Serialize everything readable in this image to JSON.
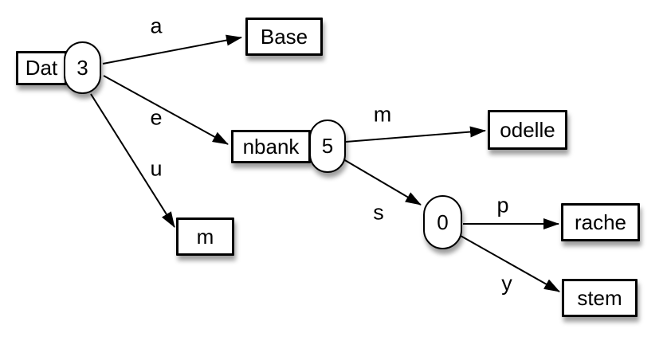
{
  "diagram": {
    "type": "radix-trie",
    "colors": {
      "background": "#ffffff",
      "node_fill": "#ffffff",
      "stroke": "#000000",
      "text": "#000000"
    },
    "nodes": [
      {
        "id": "dat",
        "label": "Dat",
        "shape": "rect"
      },
      {
        "id": "count-3",
        "label": "3",
        "shape": "capsule"
      },
      {
        "id": "base",
        "label": "Base",
        "shape": "rect"
      },
      {
        "id": "nbank",
        "label": "nbank",
        "shape": "rect"
      },
      {
        "id": "count-5",
        "label": "5",
        "shape": "capsule"
      },
      {
        "id": "m",
        "label": "m",
        "shape": "rect"
      },
      {
        "id": "odelle",
        "label": "odelle",
        "shape": "rect"
      },
      {
        "id": "count-0",
        "label": "0",
        "shape": "capsule"
      },
      {
        "id": "rache",
        "label": "rache",
        "shape": "rect"
      },
      {
        "id": "stem",
        "label": "stem",
        "shape": "rect"
      }
    ],
    "edges": [
      {
        "from": "3",
        "to": "Base",
        "label": "a"
      },
      {
        "from": "3",
        "to": "nbank",
        "label": "e"
      },
      {
        "from": "3",
        "to": "m",
        "label": "u"
      },
      {
        "from": "5",
        "to": "odelle",
        "label": "m"
      },
      {
        "from": "5",
        "to": "0",
        "label": "s"
      },
      {
        "from": "0",
        "to": "rache",
        "label": "p"
      },
      {
        "from": "0",
        "to": "stem",
        "label": "y"
      }
    ]
  }
}
